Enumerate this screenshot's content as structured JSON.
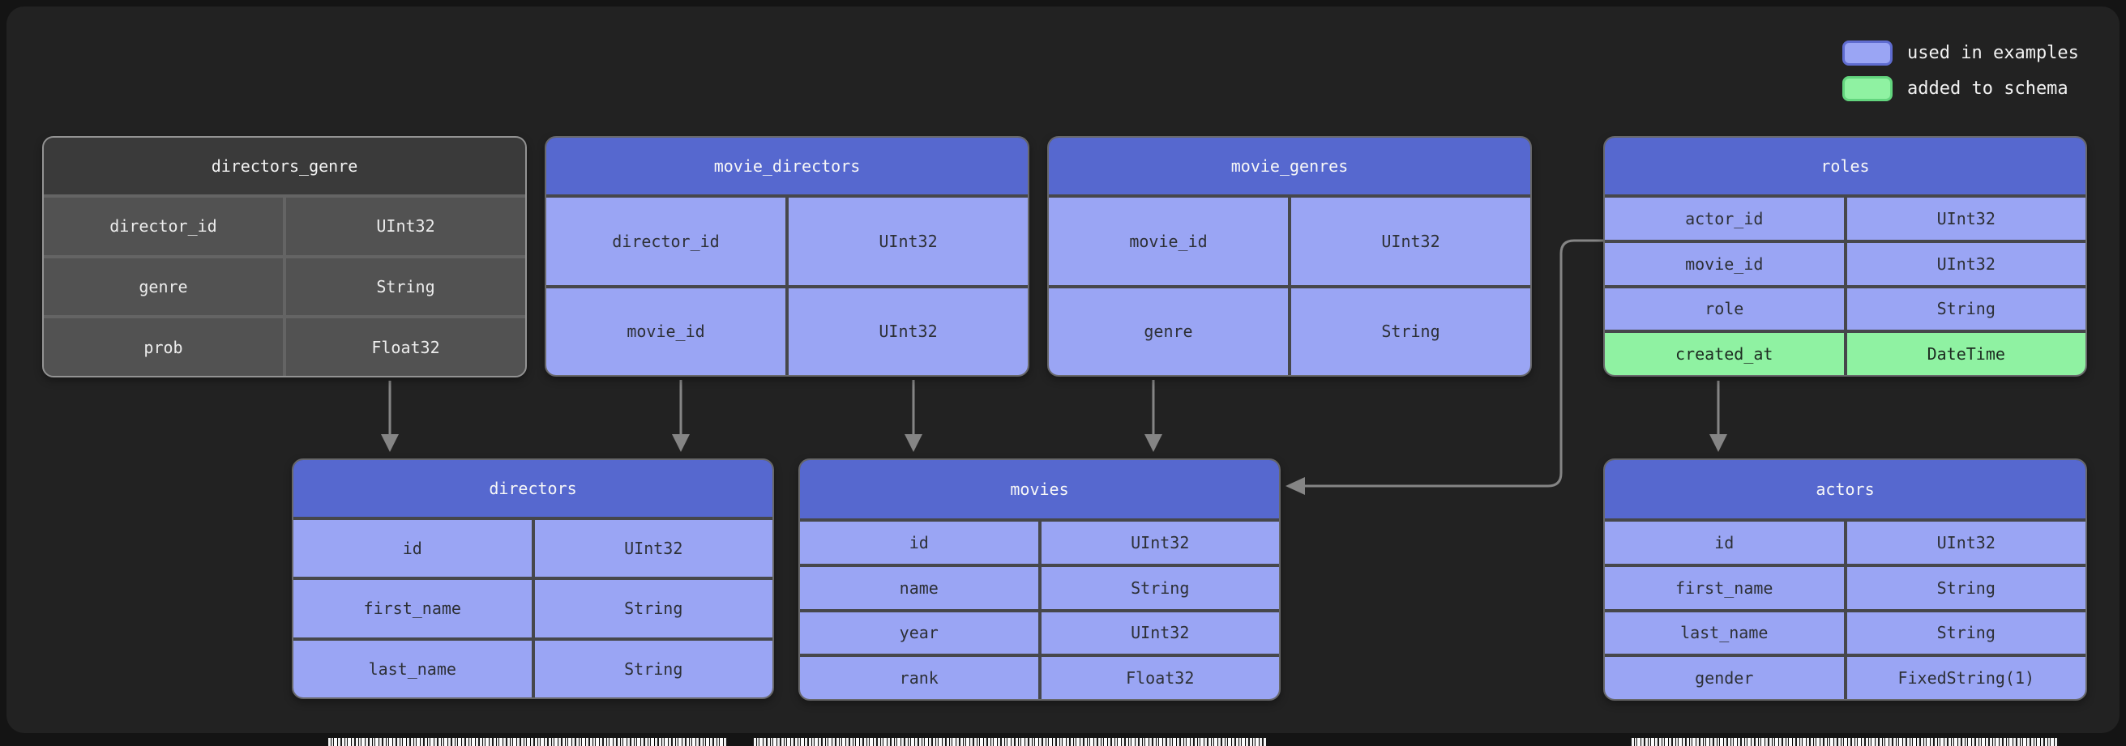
{
  "legend": {
    "items": [
      {
        "label": "used in examples",
        "color": "#9aa5f4",
        "border": "#5f6cd0"
      },
      {
        "label": "added to schema",
        "color": "#8ff2a2",
        "border": "#63d57e"
      }
    ]
  },
  "tables": [
    {
      "name": "directors_genre",
      "style": "muted",
      "rows": [
        {
          "name": "director_id",
          "type": "UInt32"
        },
        {
          "name": "genre",
          "type": "String"
        },
        {
          "name": "prob",
          "type": "Float32"
        }
      ]
    },
    {
      "name": "movie_directors",
      "style": "blue",
      "rows": [
        {
          "name": "director_id",
          "type": "UInt32"
        },
        {
          "name": "movie_id",
          "type": "UInt32"
        }
      ]
    },
    {
      "name": "movie_genres",
      "style": "blue",
      "rows": [
        {
          "name": "movie_id",
          "type": "UInt32"
        },
        {
          "name": "genre",
          "type": "String"
        }
      ]
    },
    {
      "name": "roles",
      "style": "blue",
      "rows": [
        {
          "name": "actor_id",
          "type": "UInt32"
        },
        {
          "name": "movie_id",
          "type": "UInt32"
        },
        {
          "name": "role",
          "type": "String"
        },
        {
          "name": "created_at",
          "type": "DateTime",
          "added": true
        }
      ]
    },
    {
      "name": "directors",
      "style": "blue",
      "rows": [
        {
          "name": "id",
          "type": "UInt32"
        },
        {
          "name": "first_name",
          "type": "String"
        },
        {
          "name": "last_name",
          "type": "String"
        }
      ]
    },
    {
      "name": "movies",
      "style": "blue",
      "rows": [
        {
          "name": "id",
          "type": "UInt32"
        },
        {
          "name": "name",
          "type": "String"
        },
        {
          "name": "year",
          "type": "UInt32"
        },
        {
          "name": "rank",
          "type": "Float32"
        }
      ]
    },
    {
      "name": "actors",
      "style": "blue",
      "rows": [
        {
          "name": "id",
          "type": "UInt32"
        },
        {
          "name": "first_name",
          "type": "String"
        },
        {
          "name": "last_name",
          "type": "String"
        },
        {
          "name": "gender",
          "type": "FixedString(1)"
        }
      ]
    }
  ],
  "relations": [
    {
      "from": "directors_genre",
      "to": "directors"
    },
    {
      "from": "movie_directors",
      "to": "directors"
    },
    {
      "from": "movie_directors",
      "to": "movies"
    },
    {
      "from": "movie_genres",
      "to": "movies"
    },
    {
      "from": "roles",
      "to": "movies"
    },
    {
      "from": "roles",
      "to": "actors"
    }
  ],
  "colors": {
    "header_blue": "#5668cf",
    "row_blue": "#9aa5f4",
    "row_green": "#8ff2a2",
    "muted_gray": "#525252",
    "arrow_gray": "#858585"
  }
}
